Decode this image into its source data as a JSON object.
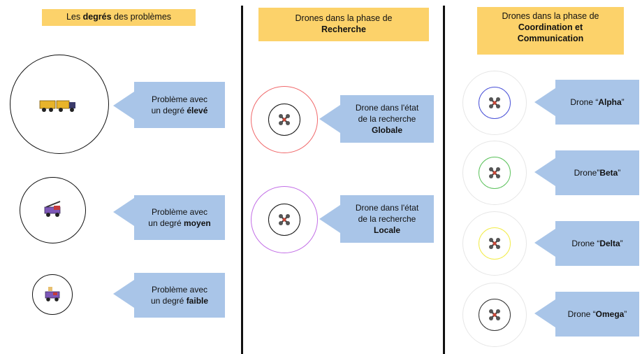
{
  "columns": {
    "problems": {
      "header_pre": "Les ",
      "header_bold": "degrés",
      "header_post": " des problèmes",
      "items": [
        {
          "line1": "Problème avec",
          "line2_pre": "un degré ",
          "line2_bold": "élevé"
        },
        {
          "line1": "Problème avec",
          "line2_pre": "un degré ",
          "line2_bold": "moyen"
        },
        {
          "line1": "Problème avec",
          "line2_pre": "un degré ",
          "line2_bold": "faible"
        }
      ]
    },
    "search": {
      "header_line1": "Drones dans la phase de",
      "header_line2": "Recherche",
      "items": [
        {
          "line1": "Drone dans l'état",
          "line2": "de la recherche",
          "line3": "Globale",
          "ring_color": "#f0686a"
        },
        {
          "line1": "Drone dans l'état",
          "line2": "de la recherche",
          "line3": "Locale",
          "ring_color": "#c26ee6"
        }
      ]
    },
    "coordination": {
      "header_line1": "Drones dans la phase de",
      "header_line2": "Coordination et",
      "header_line3": "Communication",
      "items": [
        {
          "pre": "Drone “",
          "bold": "Alpha",
          "post": "”",
          "ring_color": "#4a52d8"
        },
        {
          "pre": "Drone”",
          "bold": "Beta",
          "post": "”",
          "ring_color": "#5cc25c"
        },
        {
          "pre": "Drone “",
          "bold": "Delta",
          "post": "”",
          "ring_color": "#f2ec4a"
        },
        {
          "pre": "Drone “",
          "bold": "Omega",
          "post": "”",
          "ring_color": "#333333"
        }
      ]
    }
  },
  "icons": {
    "truck": "truck-icon",
    "fire_truck": "fire-truck-icon",
    "small_truck": "small-truck-icon",
    "drone": "drone-icon"
  }
}
